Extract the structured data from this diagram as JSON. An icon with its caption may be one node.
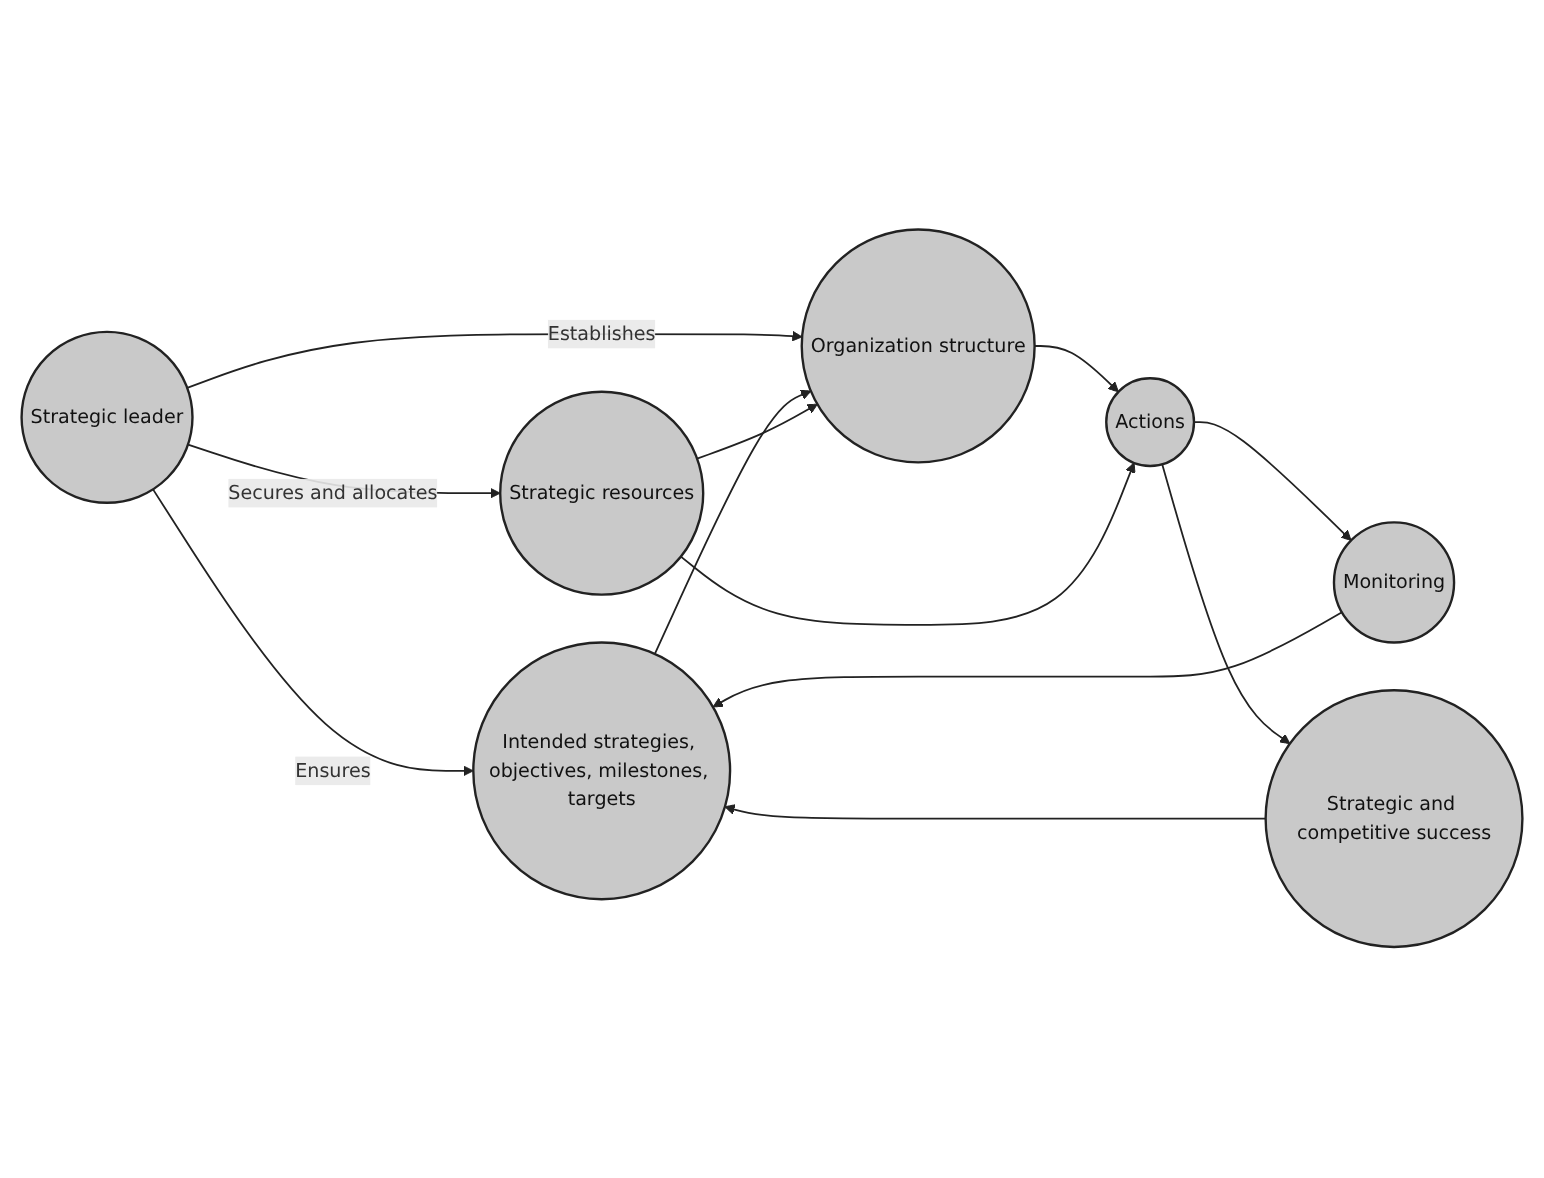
{
  "diagram": {
    "nodes": [
      {
        "text": [
          "Strategic leader"
        ]
      },
      {
        "text": [
          "Intended strategies, objectives, milestones, targets"
        ]
      },
      {
        "text": [
          "Organization structure"
        ]
      },
      {
        "text": [
          "Strategic resources"
        ]
      },
      {
        "text": [
          "Actions"
        ]
      },
      {
        "text": [
          "Monitoring"
        ]
      },
      {
        "text": [
          "Strategic and competitive success"
        ]
      }
    ],
    "edges": [
      {
        "from": 0,
        "to": 1,
        "arrow": "to",
        "label": "Ensures"
      },
      {
        "from": 0,
        "to": 2,
        "arrow": "to",
        "label": "Establishes"
      },
      {
        "from": 0,
        "to": 3,
        "arrow": "to",
        "label": "Secures and allocates"
      },
      {
        "from": 1,
        "to": 2,
        "arrow": "to"
      },
      {
        "from": 3,
        "to": 2,
        "arrow": "to"
      },
      {
        "from": 2,
        "to": 4,
        "arrow": "to"
      },
      {
        "from": 3,
        "to": 4,
        "arrow": "to"
      },
      {
        "from": 4,
        "to": 5,
        "arrow": "to"
      },
      {
        "from": 5,
        "to": 1,
        "arrow": "to"
      },
      {
        "from": 4,
        "to": 6,
        "arrow": "to"
      },
      {
        "from": 6,
        "to": 1,
        "arrow": "to"
      }
    ]
  }
}
